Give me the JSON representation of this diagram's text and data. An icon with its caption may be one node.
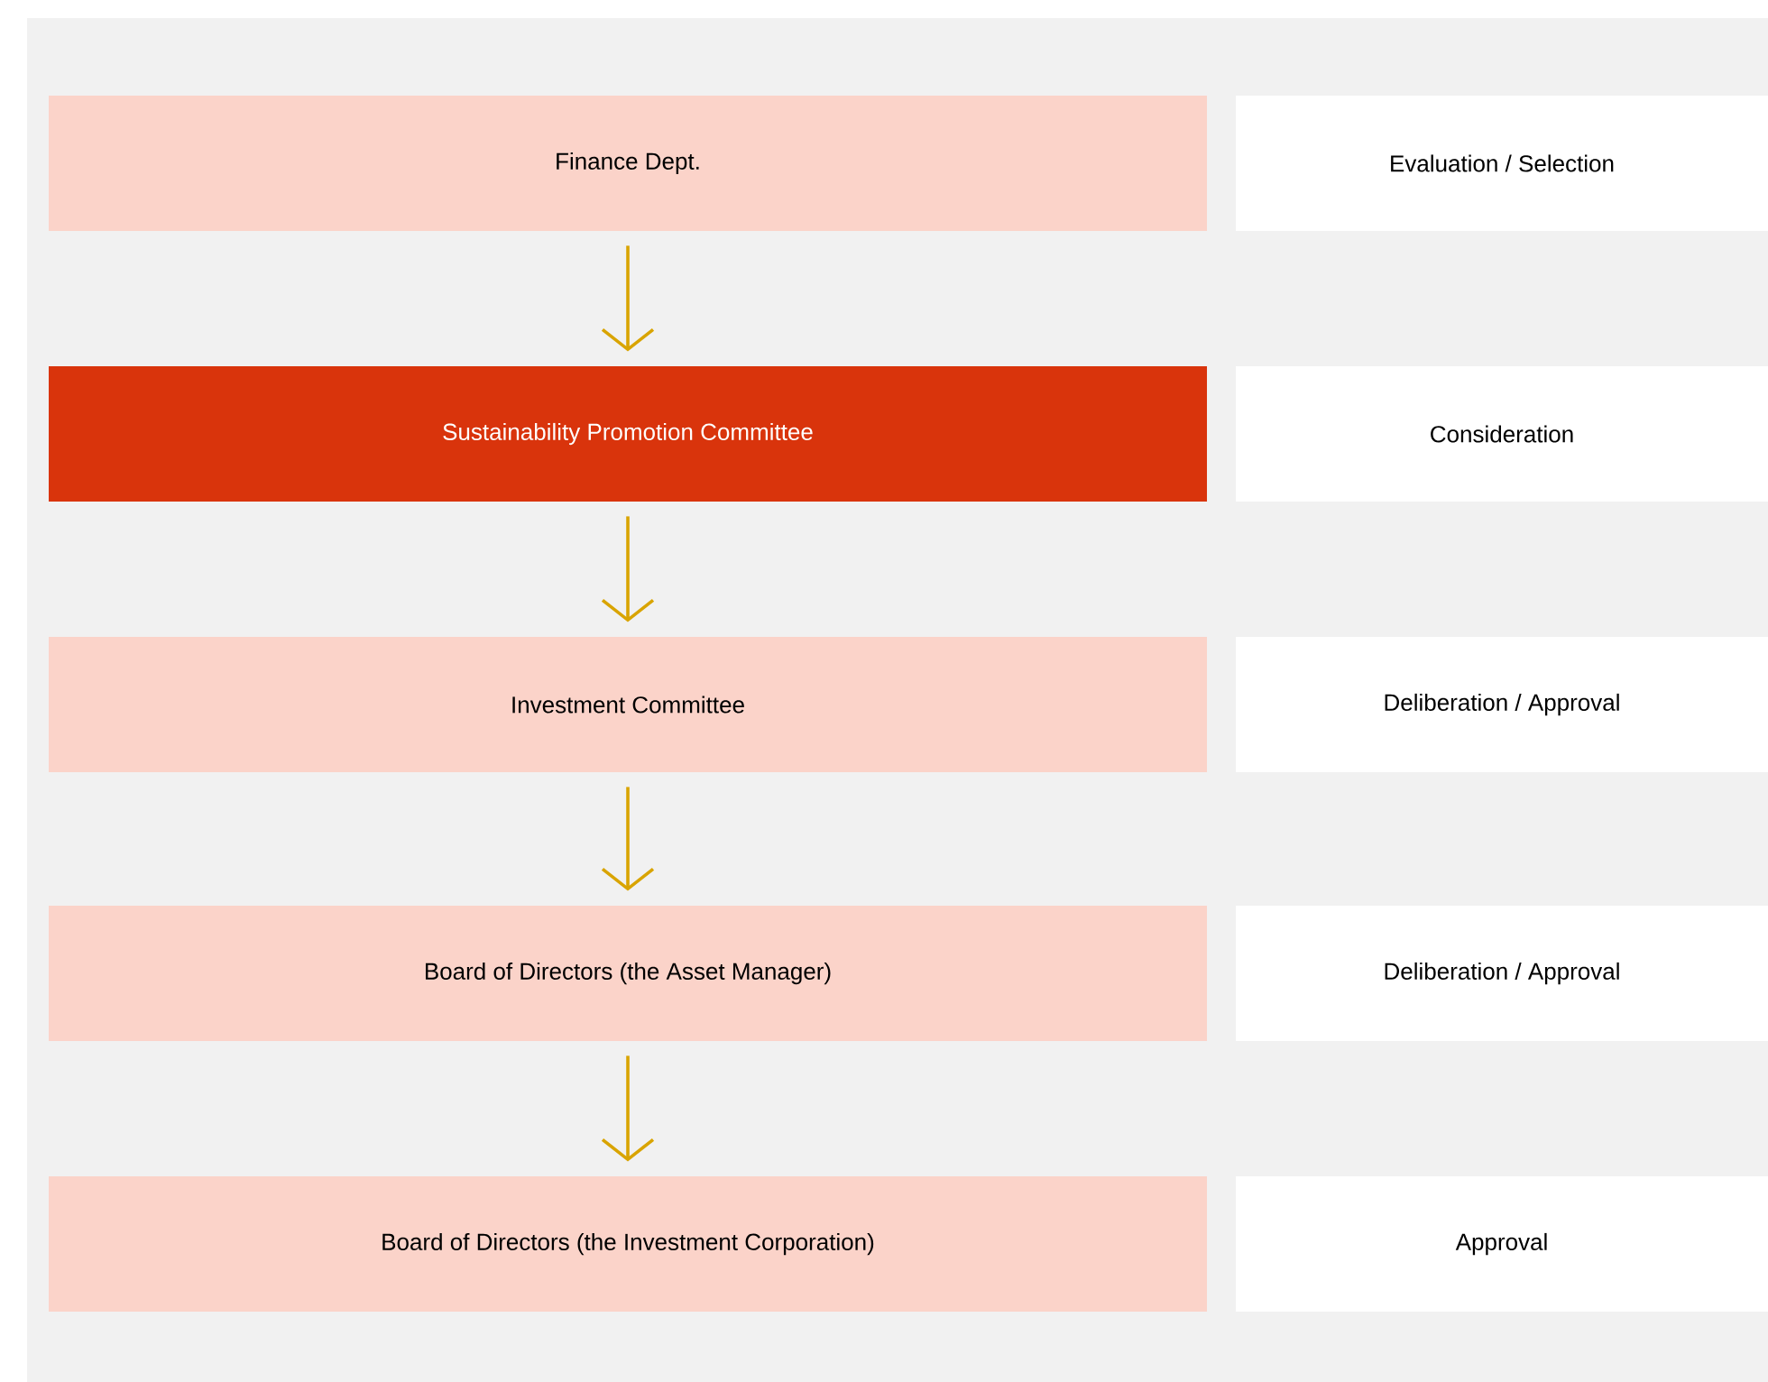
{
  "diagram": {
    "nodes": [
      {
        "text": [
          "Finance Dept."
        ]
      },
      {
        "text": [
          "Evaluation / Selection"
        ]
      },
      {
        "text": [
          "Sustainability Promotion Committee"
        ]
      },
      {
        "text": [
          "Consideration"
        ]
      },
      {
        "text": [
          "Investment Committee"
        ]
      },
      {
        "text": [
          "Deliberation / Approval"
        ]
      },
      {
        "text": [
          "Board of Directors (the Asset Manager)"
        ]
      },
      {
        "text": [
          "Deliberation / Approval"
        ]
      },
      {
        "text": [
          "Board of Directors (the Investment Corporation)"
        ]
      },
      {
        "text": [
          "Approval"
        ]
      }
    ],
    "edges": [
      {
        "from": 0,
        "to": 2,
        "arrow": "to"
      },
      {
        "from": 2,
        "to": 4,
        "arrow": "to"
      },
      {
        "from": 4,
        "to": 6,
        "arrow": "to"
      },
      {
        "from": 6,
        "to": 8,
        "arrow": "to"
      }
    ]
  }
}
